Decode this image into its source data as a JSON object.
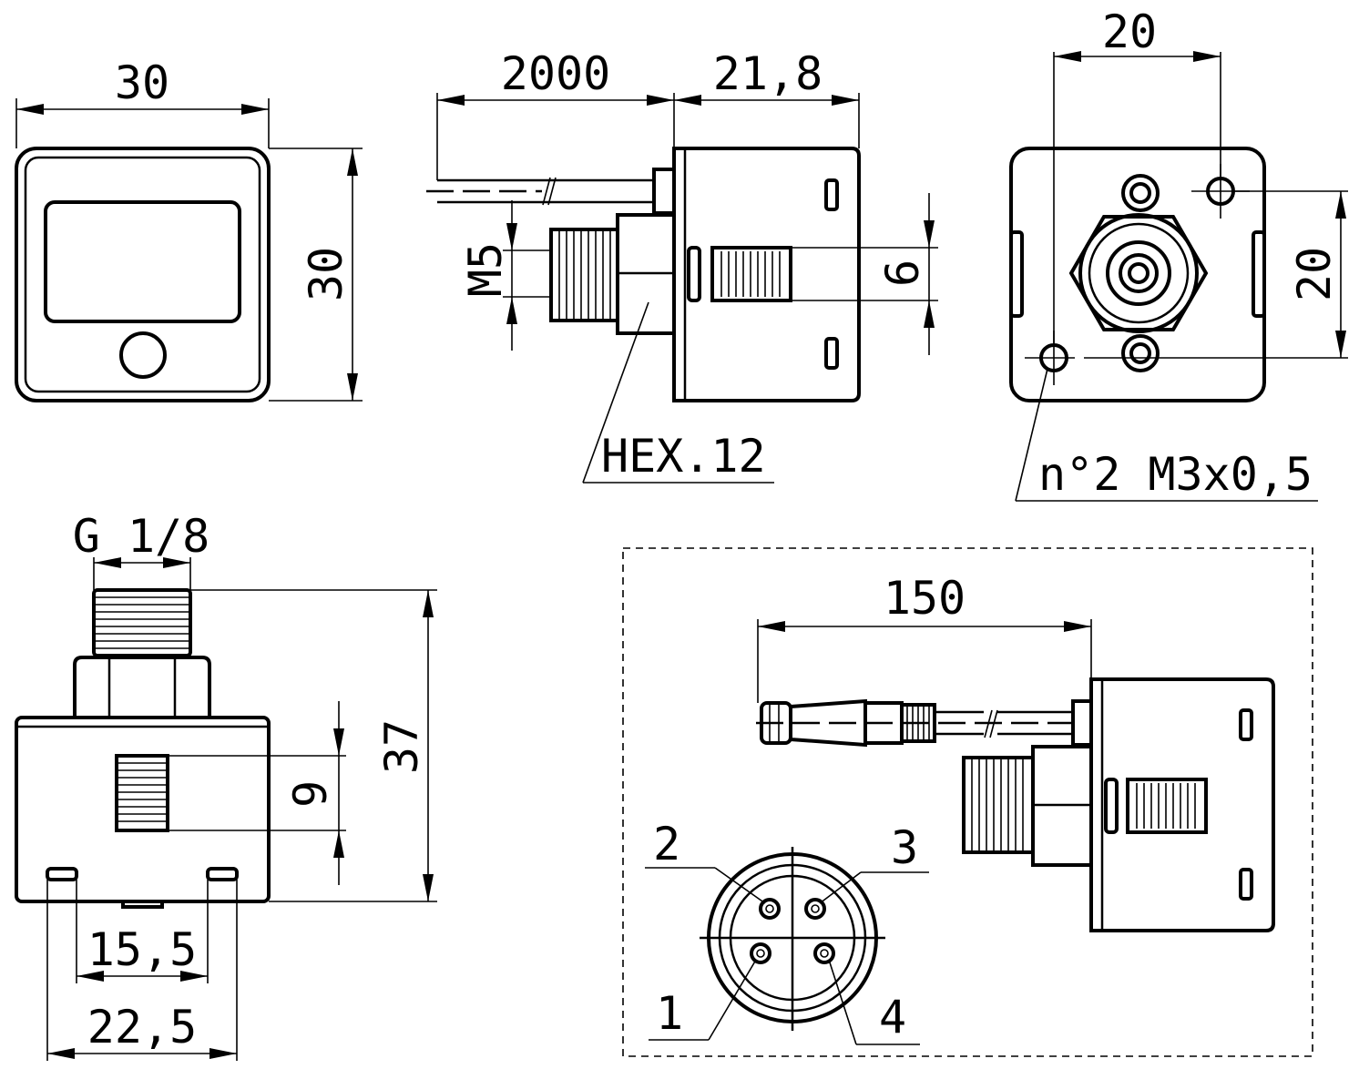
{
  "dimensions": {
    "front_width": "30",
    "front_height": "30",
    "cable_length": "2000",
    "body_depth": "21,8",
    "thread_m5": "M5",
    "window_height": "6",
    "hex": "HEX.12",
    "hole_spacing_x": "20",
    "hole_spacing_y": "20",
    "holes": "n°2 M3x0,5",
    "thread_g": "G 1/8",
    "total_height": "37",
    "slot_height": "9",
    "feet_inner": "15,5",
    "feet_outer": "22,5",
    "cable_variant_length": "150"
  },
  "pins": [
    "1",
    "2",
    "3",
    "4"
  ]
}
